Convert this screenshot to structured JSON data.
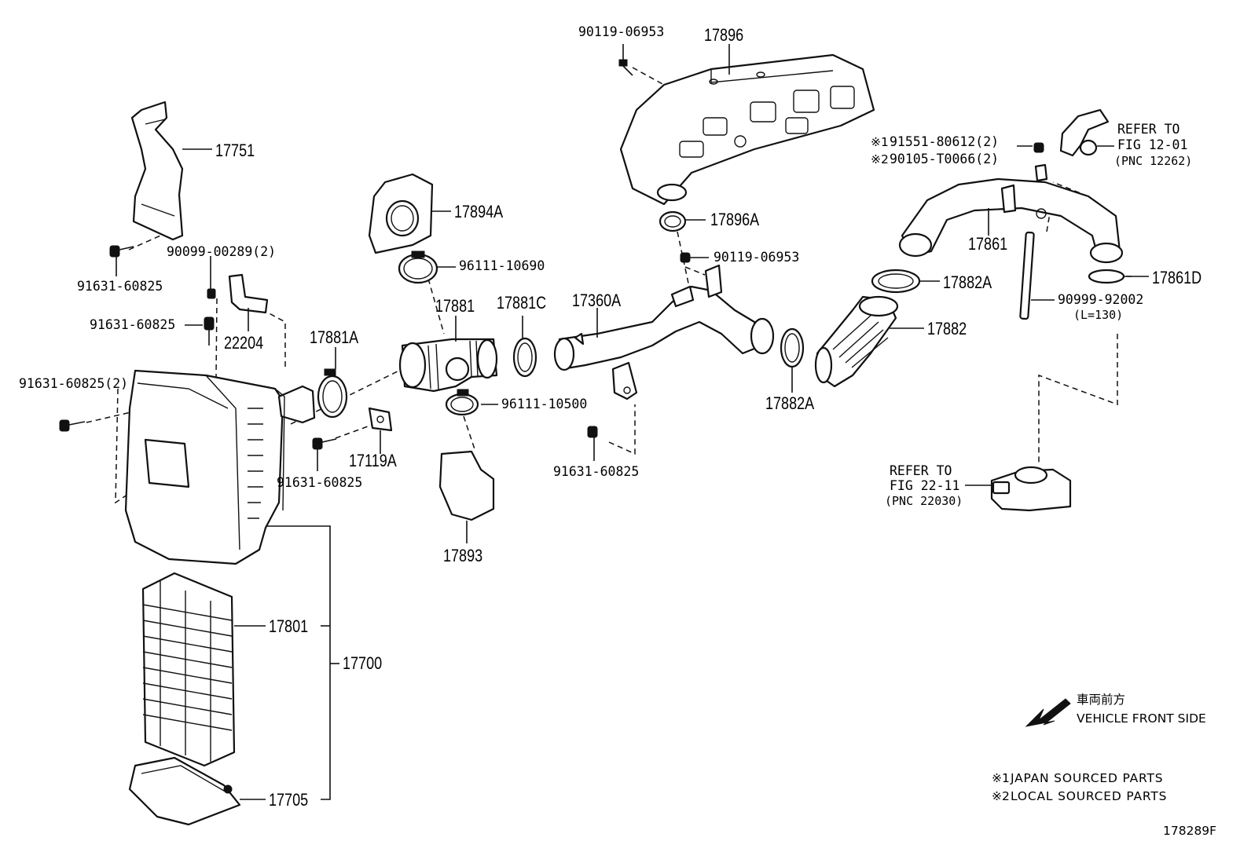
{
  "callouts": {
    "p90119_06953_top": "90119-06953",
    "p17896": "17896",
    "p17751": "17751",
    "p91551": "91551-80612(2)",
    "p90105": "90105-T0066(2)",
    "mark1": "※1",
    "mark2": "※2",
    "refer_12_01_a": "REFER TO",
    "refer_12_01_b": "FIG 12-01",
    "refer_12_01_c": "(PNC 12262)",
    "p17894A": "17894A",
    "p17896A": "17896A",
    "p90099_00289": "90099-00289(2)",
    "p91631_60825_a": "91631-60825",
    "p96111_10690": "96111-10690",
    "p90119_06953_mid": "90119-06953",
    "p17861": "17861",
    "p17882A_top": "17882A",
    "p17861D": "17861D",
    "p91631_60825_b": "91631-60825",
    "p17881": "17881",
    "p17881C": "17881C",
    "p17360A": "17360A",
    "p90999_92002": "90999-92002",
    "p_L130": "(L=130)",
    "p17881A": "17881A",
    "p22204": "22204",
    "p17882": "17882",
    "p91631_60825_2": "91631-60825(2)",
    "p96111_10500": "96111-10500",
    "p17882A_bot": "17882A",
    "p17119A": "17119A",
    "p91631_60825_c": "91631-60825",
    "p91631_60825_d": "91631-60825",
    "refer_22_11_a": "REFER TO",
    "refer_22_11_b": "FIG 22-11",
    "refer_22_11_c": "(PNC 22030)",
    "p17893": "17893",
    "p17801": "17801",
    "p17700": "17700",
    "p17705": "17705"
  },
  "legend": {
    "front_jp": "車両前方",
    "front_en": "VEHICLE FRONT SIDE",
    "note1_mark": "※1",
    "note1_text": "JAPAN SOURCED PARTS",
    "note2_mark": "※2",
    "note2_text": "LOCAL SOURCED PARTS"
  },
  "figure_code": "178289F"
}
